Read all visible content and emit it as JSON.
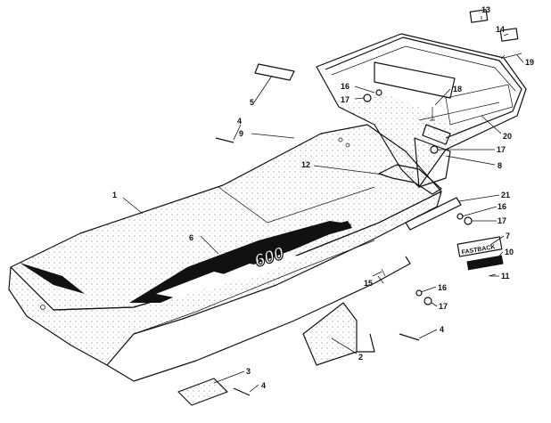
{
  "decal_text": {
    "model": "600",
    "badge": "FASTBACK"
  },
  "callouts": [
    {
      "id": "c1",
      "label": "1"
    },
    {
      "id": "c2",
      "label": "2"
    },
    {
      "id": "c3",
      "label": "3"
    },
    {
      "id": "c4a",
      "label": "4"
    },
    {
      "id": "c4b",
      "label": "4"
    },
    {
      "id": "c4c",
      "label": "4"
    },
    {
      "id": "c5",
      "label": "5"
    },
    {
      "id": "c6",
      "label": "6"
    },
    {
      "id": "c7",
      "label": "7"
    },
    {
      "id": "c8",
      "label": "8"
    },
    {
      "id": "c9",
      "label": "9"
    },
    {
      "id": "c10",
      "label": "10"
    },
    {
      "id": "c11",
      "label": "11"
    },
    {
      "id": "c12",
      "label": "12"
    },
    {
      "id": "c13",
      "label": "13"
    },
    {
      "id": "c14",
      "label": "14"
    },
    {
      "id": "c15",
      "label": "15"
    },
    {
      "id": "c16a",
      "label": "16"
    },
    {
      "id": "c16b",
      "label": "16"
    },
    {
      "id": "c16c",
      "label": "16"
    },
    {
      "id": "c17a",
      "label": "17"
    },
    {
      "id": "c17b",
      "label": "17"
    },
    {
      "id": "c17c",
      "label": "17"
    },
    {
      "id": "c17d",
      "label": "17"
    },
    {
      "id": "c18",
      "label": "18"
    },
    {
      "id": "c19",
      "label": "19"
    },
    {
      "id": "c20",
      "label": "20"
    },
    {
      "id": "c21",
      "label": "21"
    }
  ]
}
